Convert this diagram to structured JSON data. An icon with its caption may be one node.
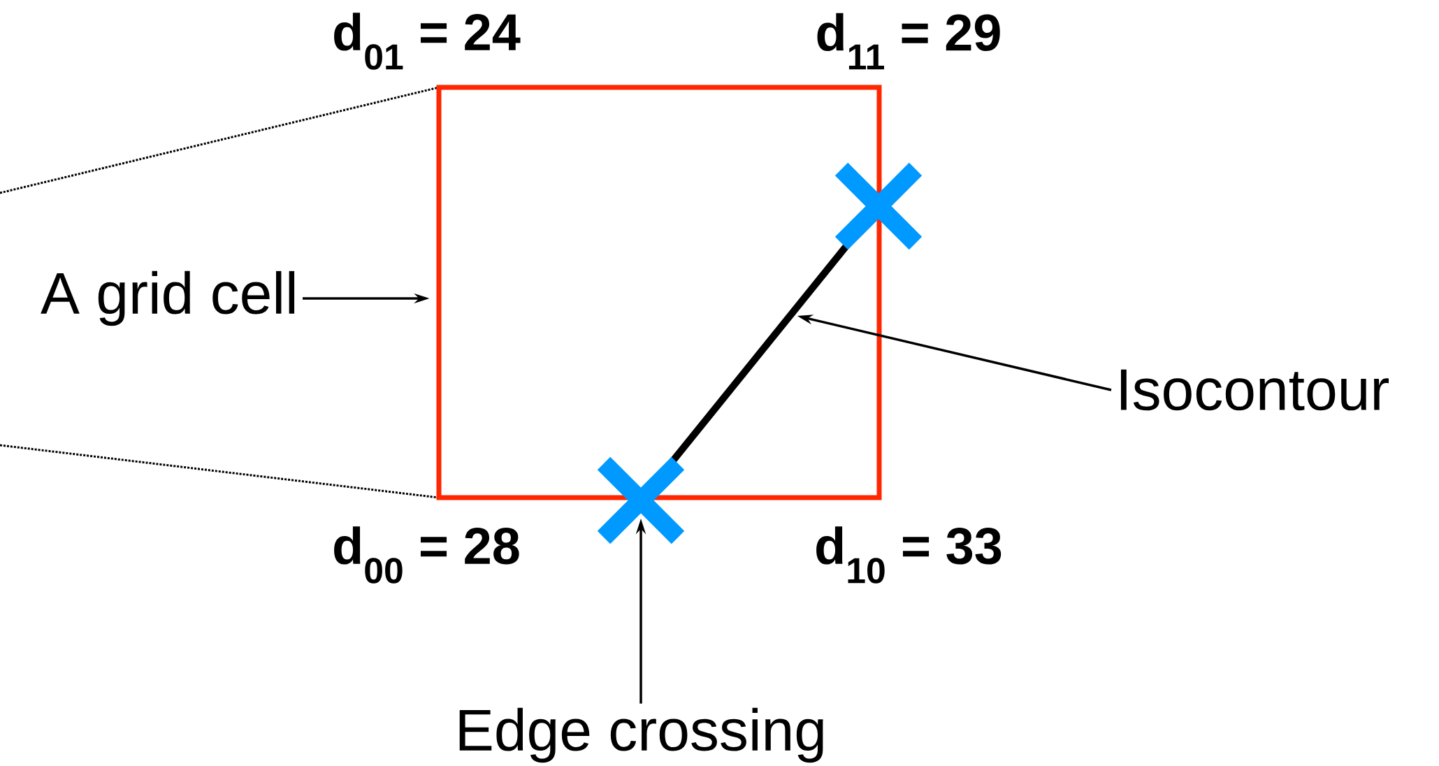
{
  "diagram": {
    "nodes": [
      {
        "text": [],
        "shape": "box"
      },
      {
        "text": [],
        "shape": "cross"
      },
      {
        "text": [
          "A grid cell"
        ]
      },
      {
        "text": [],
        "shape": "line",
        "in": 0
      },
      {
        "text": [
          "Isocontour"
        ]
      },
      {
        "text": [],
        "shape": "cross"
      },
      {
        "text": [
          "Edge crossing"
        ]
      }
    ],
    "edges": [
      {
        "from": 2,
        "to": 0,
        "arrow": "to"
      },
      {
        "from": 4,
        "to": 3,
        "arrow": "to"
      },
      {
        "from": 6,
        "to": 5,
        "arrow": "to"
      }
    ],
    "labels": [
      "d$_{01}$ = 24",
      "d$_{11}$ = 29",
      "d$_{00}$ = 28",
      "d$_{10}$ = 33"
    ]
  }
}
